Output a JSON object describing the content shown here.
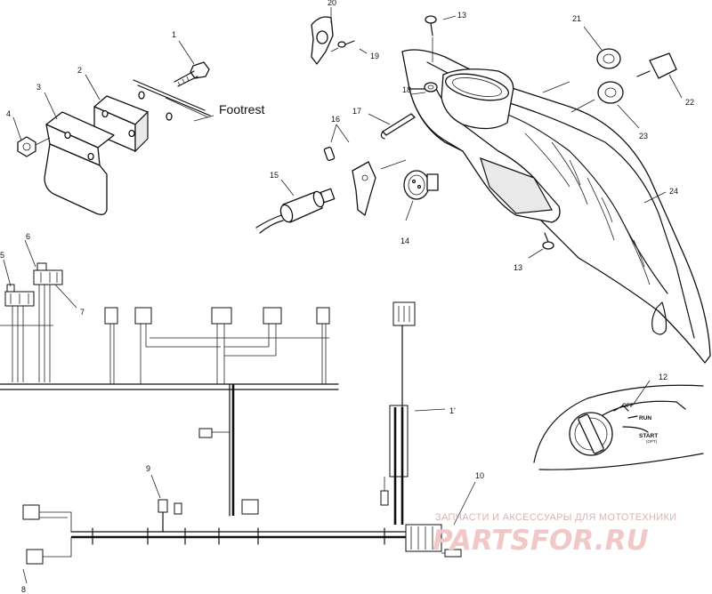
{
  "diagram": {
    "callouts": [
      {
        "id": "c1",
        "text": "1"
      },
      {
        "id": "c2",
        "text": "2"
      },
      {
        "id": "c3",
        "text": "3"
      },
      {
        "id": "c4",
        "text": "4"
      },
      {
        "id": "c5",
        "text": "5"
      },
      {
        "id": "c6",
        "text": "6"
      },
      {
        "id": "c7",
        "text": "7"
      },
      {
        "id": "c8",
        "text": "8"
      },
      {
        "id": "c9",
        "text": "9"
      },
      {
        "id": "c10",
        "text": "10"
      },
      {
        "id": "c11",
        "text": "1'"
      },
      {
        "id": "c12",
        "text": "12"
      },
      {
        "id": "c13a",
        "text": "13"
      },
      {
        "id": "c13b",
        "text": "13"
      },
      {
        "id": "c14",
        "text": "14"
      },
      {
        "id": "c15",
        "text": "15"
      },
      {
        "id": "c16",
        "text": "16"
      },
      {
        "id": "c17",
        "text": "17"
      },
      {
        "id": "c18",
        "text": "18"
      },
      {
        "id": "c19",
        "text": "19"
      },
      {
        "id": "c20",
        "text": "20"
      },
      {
        "id": "c21",
        "text": "21"
      },
      {
        "id": "c22",
        "text": "22"
      },
      {
        "id": "c23",
        "text": "23"
      },
      {
        "id": "c24",
        "text": "24"
      }
    ],
    "footrest_label": "Footrest",
    "switch_positions": {
      "off": "OFF",
      "run": "RUN",
      "start": "START",
      "start_sub": "(OPT)"
    }
  },
  "watermark": {
    "tagline": "ЗАПЧАСТИ И АКСЕССУАРЫ ДЛЯ МОТОТЕХНИКИ",
    "brand": "PARTSFOR.RU"
  }
}
